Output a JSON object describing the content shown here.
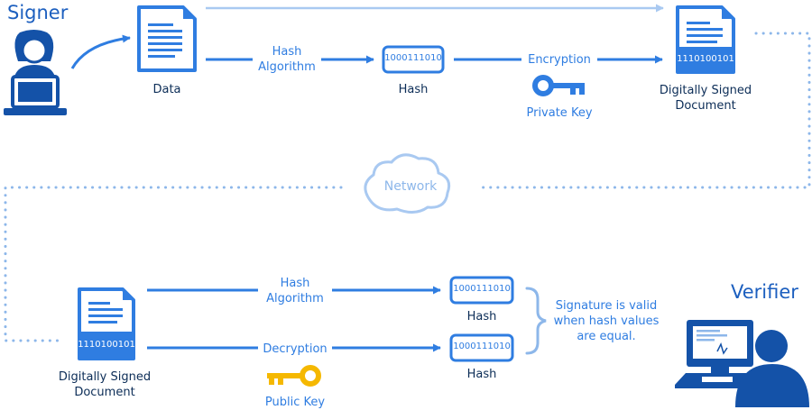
{
  "colors": {
    "primary": "#2f7de1",
    "dark": "#1452a8",
    "light_arrow": "#a9c9f1",
    "key_private": "#2f7de1",
    "key_public": "#f5b800"
  },
  "signer": {
    "title": "Signer",
    "data_label": "Data",
    "hash_algorithm_label": [
      "Hash",
      "Algorithm"
    ],
    "hash_bits": "1000111010",
    "hash_label": "Hash",
    "encryption_label": "Encryption",
    "private_key_label": "Private Key",
    "signed_bits": "1110100101",
    "signed_doc_label": [
      "Digitally Signed",
      "Document"
    ],
    "key_icon": "key-icon"
  },
  "network": {
    "label": "Network",
    "icon": "cloud-icon"
  },
  "verifier": {
    "title": "Verifier",
    "signed_bits": "1110100101",
    "signed_doc_label": [
      "Digitally Signed",
      "Document"
    ],
    "hash_algorithm_label": [
      "Hash",
      "Algorithm"
    ],
    "hash_top_bits": "1000111010",
    "hash_top_label": "Hash",
    "decryption_label": "Decryption",
    "hash_bottom_bits": "1000111010",
    "hash_bottom_label": "Hash",
    "public_key_label": "Public Key",
    "result_text": [
      "Signature is valid",
      "when hash values",
      "are equal."
    ],
    "key_icon": "key-icon"
  }
}
